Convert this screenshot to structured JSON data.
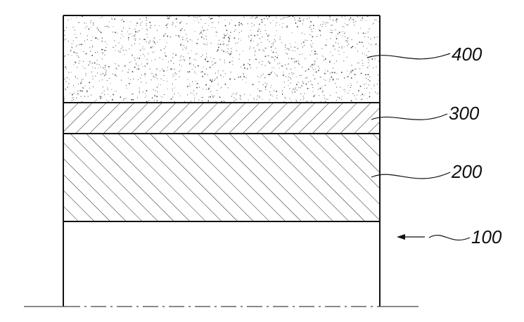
{
  "figure": {
    "labels": {
      "layer_400": "400",
      "layer_300": "300",
      "layer_200": "200",
      "substrate_100": "100"
    },
    "colors": {
      "stroke": "#111111",
      "background": "#ffffff"
    }
  }
}
